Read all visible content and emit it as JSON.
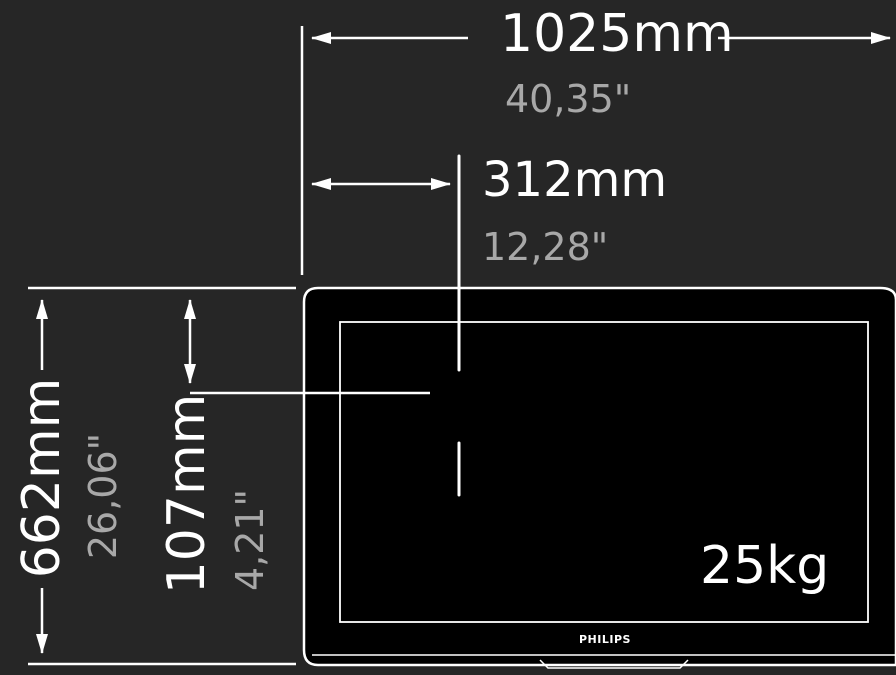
{
  "dimensions": {
    "width": {
      "mm": "1025mm",
      "inch": "40,35\""
    },
    "mount_offset_horizontal": {
      "mm": "312mm",
      "inch": "12,28\""
    },
    "height": {
      "mm": "662mm",
      "inch": "26,06\""
    },
    "mount_offset_vertical": {
      "mm": "107mm",
      "inch": "4,21\""
    }
  },
  "weight": "25kg",
  "brand": "PHILIPS",
  "colors": {
    "background": "#262626",
    "line": "#ffffff",
    "secondary_text": "#a8a8a8",
    "screen": "#000000"
  }
}
